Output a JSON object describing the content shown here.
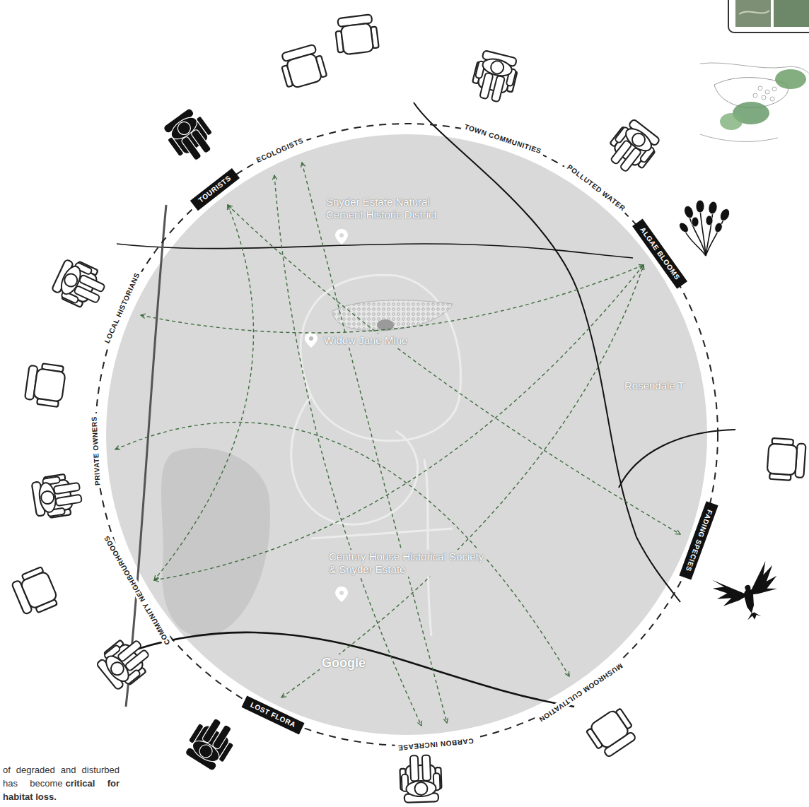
{
  "diagram": {
    "nodes": [
      {
        "text": [
          "TOURISTS"
        ]
      },
      {
        "text": [
          "ALGAE BLOOMS"
        ]
      },
      {
        "text": [
          "FADING SPECIES"
        ]
      },
      {
        "text": [
          "LOST FLORA"
        ]
      }
    ],
    "labels": [
      "ECOLOGISTS",
      "TOWN COMMUNITIES",
      "POLLUTED WATER",
      "MUSHROOM CULTIVATION",
      "CARBON INCREASE",
      "COMMUNITY NEIGHBOURHOODS",
      "PRIVATE OWNERS",
      "LOCAL HISTORIANS",
      "Snyder Estate Natural Cement Historic District",
      "Widow Jane Mine",
      "Rosendale T",
      "Century House Historical Society & Snyder Estate",
      "Google",
      "of degraded and disturbed has become",
      "critical for habitat loss."
    ]
  }
}
